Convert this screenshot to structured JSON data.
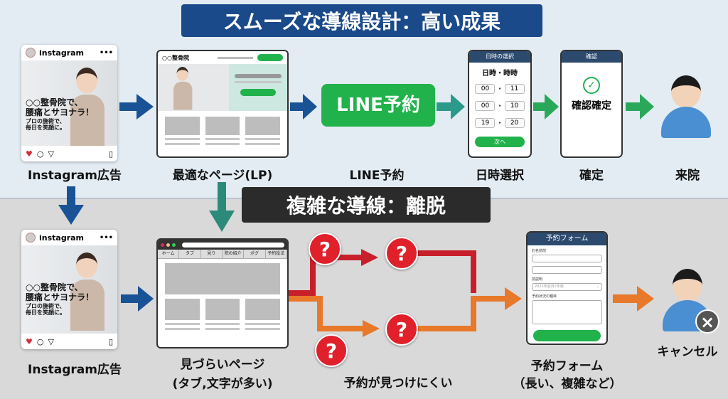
{
  "top": {
    "title": "スムーズな導線設計：高い成果",
    "instagram": {
      "account": "instagram",
      "headline1": "○○整骨院で、",
      "headline2": "腰痛とサヨナラ！",
      "sub1": "プロの施術で、",
      "sub2": "毎日を笑顔に。",
      "label": "Instagram広告"
    },
    "lp": {
      "logo": "○○整骨院",
      "label": "最適なページ(LP)"
    },
    "line": {
      "button": "LINE予約",
      "label": "LINE予約"
    },
    "datetime": {
      "header": "日時の選択",
      "title": "日時・時時",
      "rows": [
        [
          "00",
          "11"
        ],
        [
          "00",
          "10"
        ],
        [
          "19",
          "20"
        ]
      ],
      "next": "次へ",
      "label": "日時選択"
    },
    "confirm": {
      "header": "確認",
      "text": "確認確定",
      "label": "確定"
    },
    "visit": {
      "label": "来院"
    }
  },
  "bottom": {
    "title": "複雑な導線：離脱",
    "instagram": {
      "account": "instagram",
      "headline1": "○○整骨院で、",
      "headline2": "腰痛とサヨナラ！",
      "sub1": "プロの施術で、",
      "sub2": "毎日を笑顔に。",
      "label": "Instagram広告"
    },
    "page": {
      "tabs": [
        "ホーム",
        "タブ",
        "見り",
        "院の紹介",
        "ポグ",
        "予約投法"
      ],
      "label1": "見づらいページ",
      "label2": "(タブ,文字が多い)"
    },
    "question": {
      "mark": "?",
      "label": "予約が見つけにくい"
    },
    "form": {
      "header": "予約フォーム",
      "field1": "お名前前",
      "field2": "前説明",
      "select": "2023年前月2年後",
      "field3": "予約状況の種目",
      "label1": "予約フォーム",
      "label2": "（長い、複雑など）"
    },
    "cancel": {
      "label": "キャンセル",
      "icon": "×"
    }
  },
  "colors": {
    "navy": "#1a4a8a",
    "green": "#22b24c",
    "red": "#e0202a",
    "orange": "#e8782a",
    "teal": "#2b9a8a"
  }
}
